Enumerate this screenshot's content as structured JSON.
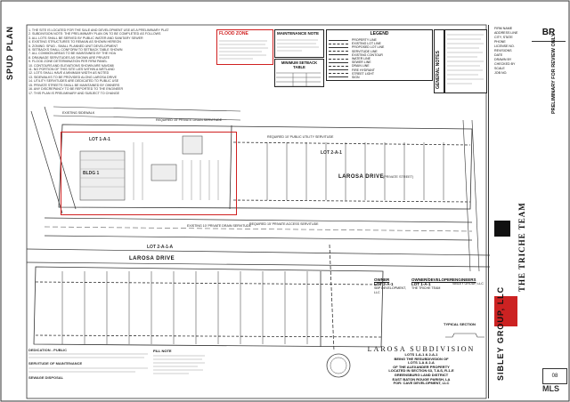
{
  "sheet_title_left": "SPUD PLAN",
  "general_notes": [
    "1. THE SITE IS LOCATED FOR THE SALE AND DEVELOPMENT USE AS A PRELIMINARY PLAT",
    "2. SUBDIVISION NOTE: THE PRELIMINARY PLAN ON TO BE COMPLETED AS FOLLOWS",
    "3. ALL LOTS SHALL BE SERVED BY PUBLIC WATER AND SANITARY SEWER",
    "4. EXISTING STRUCTURES TO REMAIN AS SHOWN HEREON",
    "5. ZONING: SPUD - SMALL PLANNED UNIT DEVELOPMENT",
    "6. SETBACKS SHALL CONFORM TO SETBACK TABLE SHOWN",
    "7. ALL COMMON AREAS TO BE MAINTAINED BY THE HOA",
    "8. DRAINAGE SERVITUDES AS SHOWN ARE PRIVATE",
    "9. FLOOD ZONE DETERMINATION PER FIRM PANEL",
    "10. CONTOURS AND ELEVATIONS SHOWN ARE NAVD88",
    "11. NO PORTION OF THIS SITE LIES WITHIN A WETLAND",
    "12. LOTS SHALL HAVE A MINIMUM WIDTH AS NOTED",
    "13. SIDEWALKS TO BE PROVIDED ALONG LAROSA DRIVE",
    "14. UTILITY SERVITUDES ARE DEDICATED TO PUBLIC USE",
    "15. PRIVATE STREETS SHALL BE MAINTAINED BY OWNERS",
    "16. ANY DISCREPANCY TO BE REPORTED TO THE ENGINEER",
    "17. THIS PLAN IS PRELIMINARY AND SUBJECT TO CHANGE"
  ],
  "flood_zone_title": "FLOOD ZONE",
  "maintenance_title": "MAINTENANCE NOTE",
  "setback_title": "MINIMUM SETBACK TABLE",
  "legend_title": "LEGEND",
  "legend_items": [
    "PROPERTY LINE",
    "EXISTING LOT LINE",
    "PROPOSED LOT LINE",
    "SERVITUDE LINE",
    "EXISTING CONTOUR",
    "WATER LINE",
    "SEWER LINE",
    "DRAIN LINE",
    "FIRE HYDRANT",
    "STREET LIGHT",
    "SIGN"
  ],
  "general_notes_label": "GENERAL NOTES",
  "street_main": "LAROSA DRIVE",
  "street_lower": "LAROSA DRIVE",
  "street_main_sub": "(PRIVATE STREET)",
  "lot_label_upper": "LOT 1-A-1",
  "lot_label_upper_right": "LOT 2-A-1",
  "lot_label_lower": "LOT 2-A-1-A",
  "building_label": "BLDG 1",
  "servitude_labels": [
    "REQUIRED 15' PRIVATE DRAIN SERVITUDE",
    "REQUIRED 10' PUBLIC UTILITY SERVITUDE",
    "REQUIRED 15' PRIVATE ACCESS SERVITUDE",
    "EXISTING SIDEWALK",
    "EXISTING 10' PRIVATE DRAIN SERVITUDE"
  ],
  "title_block": {
    "heading": "LAROSA SUBDIVISION",
    "lines": [
      "LOTS 1-A-1 & 2-A-1",
      "BEING THE RESUBDIVISION OF",
      "LOTS 1-A & 2-A",
      "OF THE ALEXANDER PROPERTY",
      "LOCATED IN SECTION 63, T-8-S, R-1-E",
      "GREENSBURG LAND DISTRICT",
      "EAST BATON ROUGE PARISH, LA",
      "FOR: CAVE DEVELOPMENT, LLC"
    ]
  },
  "owner_block": {
    "left_heading": "OWNER",
    "left_lot": "LOT 2-A-1",
    "left_name": "SBP DEVELOPMENT, LLC",
    "mid_heading": "OWNER/DEVELOPER",
    "mid_lot": "LOT 1-A-1",
    "mid_name": "THE TRICHE TEAM",
    "right_heading": "ENGINEERS",
    "right_name": "SIBLEY GROUP, LLC"
  },
  "typical_section": "TYPICAL SECTION",
  "dedication_heading": "DEDICATION - PUBLIC",
  "servitude_heading": "SERVITUDE OF MAINTENANCE",
  "sewage_heading": "SEWAGE DISPOSAL",
  "fill_note_heading": "FILL NOTE",
  "right_logo_top": "THE TRICHE TEAM",
  "right_logo_bottom": "SIBLEY GROUP, LLC",
  "right_stamp_text": "PRELIMINARY FOR REVIEW ONLY",
  "sheet_code": "BR",
  "sheet_number": "08",
  "watermark": "MLS",
  "right_panel_lines": [
    "FIRM NAME",
    "ADDRESS LINE",
    "CITY, STATE",
    "PHONE",
    "LICENSE NO.",
    "REVISIONS",
    "DATE",
    "DRAWN BY",
    "CHECKED BY",
    "SCALE",
    "JOB NO."
  ],
  "colors": {
    "line": "#222222",
    "red_outline": "#d02020",
    "hatch": "#888888"
  }
}
